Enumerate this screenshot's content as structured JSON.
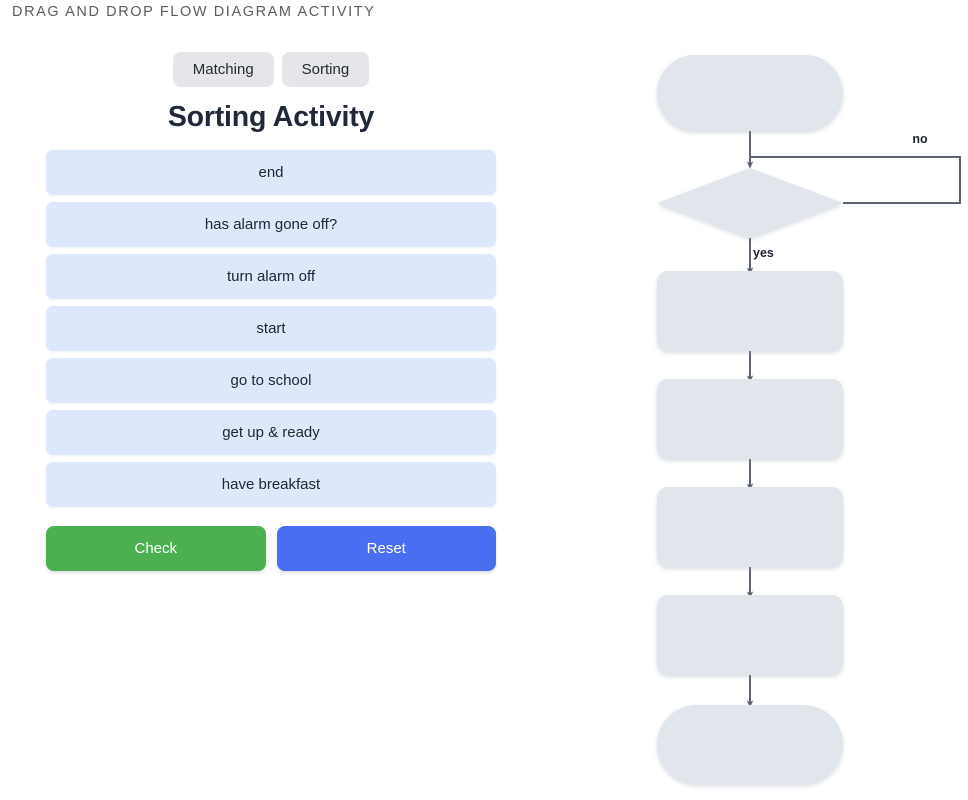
{
  "header": {
    "title": "Drag and drop flow diagram activity"
  },
  "tabs": [
    {
      "label": "Matching",
      "name": "tab-matching",
      "active": false
    },
    {
      "label": "Sorting",
      "name": "tab-sorting",
      "active": true
    }
  ],
  "activity": {
    "title": "Sorting Activity",
    "items": [
      {
        "label": "end"
      },
      {
        "label": "has alarm gone off?"
      },
      {
        "label": "turn alarm off"
      },
      {
        "label": "start"
      },
      {
        "label": "go to school"
      },
      {
        "label": "get up & ready"
      },
      {
        "label": "have breakfast"
      }
    ]
  },
  "actions": {
    "check_label": "Check",
    "reset_label": "Reset"
  },
  "flow_diagram": {
    "edge_labels": {
      "no": "no",
      "yes": "yes"
    },
    "nodes": [
      {
        "id": "n1",
        "shape": "terminal",
        "text": ""
      },
      {
        "id": "n2",
        "shape": "decision",
        "text": ""
      },
      {
        "id": "n3",
        "shape": "process",
        "text": ""
      },
      {
        "id": "n4",
        "shape": "process",
        "text": ""
      },
      {
        "id": "n5",
        "shape": "process",
        "text": ""
      },
      {
        "id": "n6",
        "shape": "process",
        "text": ""
      },
      {
        "id": "n7",
        "shape": "terminal",
        "text": ""
      }
    ]
  },
  "colors": {
    "node_fill": "#e1e6ed",
    "connector": "#5c6472",
    "drag_item": "#dde8fd",
    "check_green": "#4caf50",
    "reset_blue": "#4a6ef0",
    "tab_bg": "#e4e6e9",
    "title_text": "#1f2937",
    "header_text": "#5c5c5c"
  }
}
